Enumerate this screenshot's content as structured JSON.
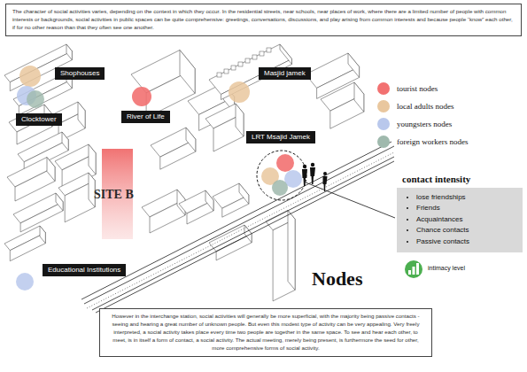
{
  "diagram": {
    "title": "Nodes",
    "nodes": [
      {
        "text": [
          "The character of social activities varies, depending on the context in which they occur. In the residential streets, near schools, near places of work, where there are a limited number of people with common interests or backgrounds, social activities in public spaces can be quite comprehensive: greetings, conversations, discussions, and play arising from common interests and because people “know” each other, if for no other reason than that they often see one another."
        ]
      },
      {
        "text": [
          "Shophouses"
        ]
      },
      {
        "text": [
          "Clocktower"
        ]
      },
      {
        "text": [
          "River of Life"
        ]
      },
      {
        "text": [
          "Masjid jamek"
        ]
      },
      {
        "text": [
          "LRT Msajid Jamek"
        ]
      },
      {
        "text": [
          "Educational Institutions"
        ]
      },
      {
        "text": [
          "contact intensity",
          "lose friendships",
          "Friends",
          "Acquaintances",
          "Chance contacts",
          "Passive contacts"
        ]
      },
      {
        "text": [
          "However in the interchange station, social activities will generally be more superficial, with the majority being passive contacts - seeing and hearing a great number of unknown people. But even this modest type of activity can be very appealing. Very freely interpreted, a social activity takes place every time two people are together in the same space. To see and hear each other, to meet, is in itself a form of contact, a social activity. The actual meeting, merely being present, is furthermore the seed for other, more comprehensive forms of social activity."
        ]
      }
    ],
    "labels": [
      "SITE B",
      "intimacy level"
    ],
    "legend": [
      {
        "text": "tourist nodes",
        "color": "#f27171"
      },
      {
        "text": "local adults nodes",
        "color": "#e9c79e"
      },
      {
        "text": "youngsters nodes",
        "color": "#b9c8ec"
      },
      {
        "text": "foreign workers nodes",
        "color": "#9fb9ad"
      }
    ]
  }
}
